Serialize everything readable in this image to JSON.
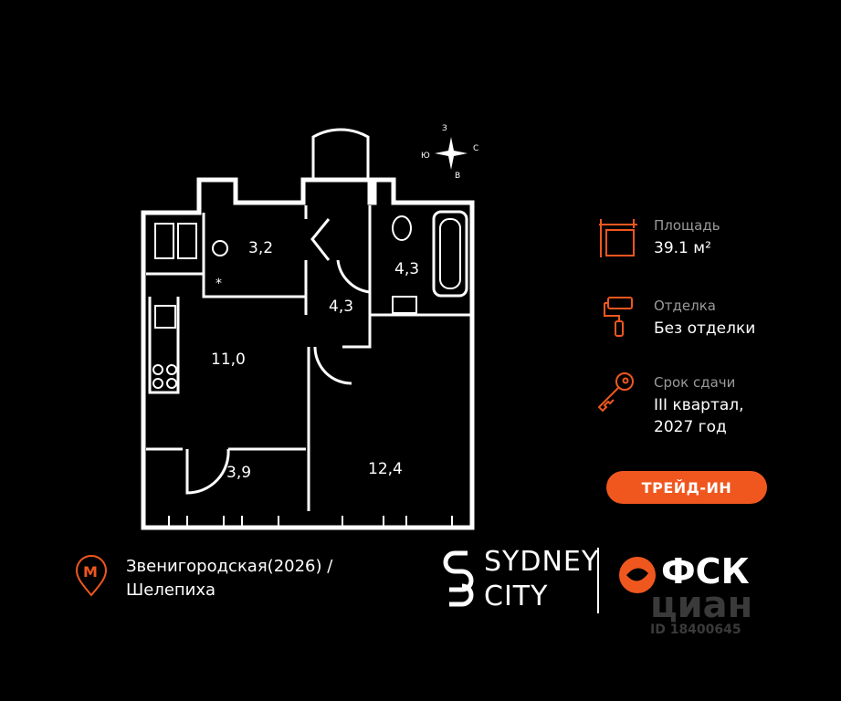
{
  "compass": {
    "north": "З",
    "south": "В",
    "east": "С",
    "west": "Ю"
  },
  "rooms": [
    {
      "id": "storage",
      "area": "3,2"
    },
    {
      "id": "bathroom",
      "area": "4,3"
    },
    {
      "id": "hall",
      "area": "4,3"
    },
    {
      "id": "kitchen",
      "area": "11,0"
    },
    {
      "id": "balcony",
      "area": "3,9"
    },
    {
      "id": "bedroom",
      "area": "12,4"
    }
  ],
  "info": {
    "area_label": "Площадь",
    "area_value": "39.1 м²",
    "finish_label": "Отделка",
    "finish_value": "Без отделки",
    "deadline_label": "Срок сдачи",
    "deadline_value_line1": "III квартал,",
    "deadline_value_line2": "2027 год"
  },
  "trade_in_label": "ТРЕЙД-ИН",
  "metro": {
    "line1": "Звенигородская(2026) /",
    "line2": "Шелепиха"
  },
  "brands": {
    "sydney_line1": "SYDNEY",
    "sydney_line2": "CITY",
    "fsk": "ФСК",
    "cian": "циан",
    "cian_id": "ID 18400645"
  },
  "colors": {
    "accent": "#f0571f",
    "background": "#000000",
    "walls": "#ffffff"
  }
}
